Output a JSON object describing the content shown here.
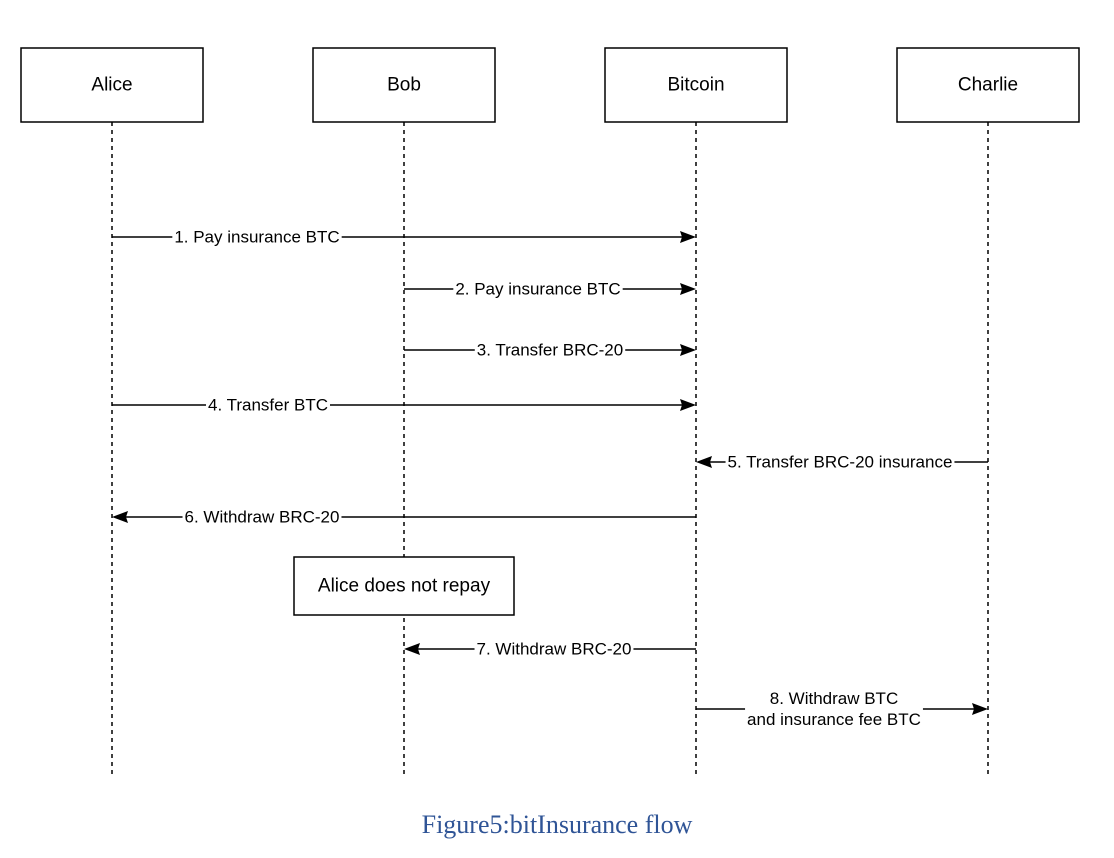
{
  "actors": [
    {
      "id": "alice",
      "label": "Alice"
    },
    {
      "id": "bob",
      "label": "Bob"
    },
    {
      "id": "bitcoin",
      "label": "Bitcoin"
    },
    {
      "id": "charlie",
      "label": "Charlie"
    }
  ],
  "messages": [
    {
      "id": "m1",
      "from": "alice",
      "to": "bitcoin",
      "lines": [
        "1. Pay insurance BTC"
      ]
    },
    {
      "id": "m2",
      "from": "bob",
      "to": "bitcoin",
      "lines": [
        "2. Pay insurance BTC"
      ]
    },
    {
      "id": "m3",
      "from": "bob",
      "to": "bitcoin",
      "lines": [
        "3. Transfer BRC-20"
      ]
    },
    {
      "id": "m4",
      "from": "alice",
      "to": "bitcoin",
      "lines": [
        "4. Transfer BTC"
      ]
    },
    {
      "id": "m5",
      "from": "charlie",
      "to": "bitcoin",
      "lines": [
        "5. Transfer BRC-20 insurance"
      ]
    },
    {
      "id": "m6",
      "from": "bitcoin",
      "to": "alice",
      "lines": [
        "6. Withdraw BRC-20"
      ]
    },
    {
      "id": "m7",
      "from": "bitcoin",
      "to": "bob",
      "lines": [
        "7. Withdraw BRC-20"
      ]
    },
    {
      "id": "m8",
      "from": "bitcoin",
      "to": "charlie",
      "lines": [
        "8. Withdraw BTC",
        "and insurance fee BTC"
      ]
    }
  ],
  "note": {
    "label": "Alice does not repay"
  },
  "caption": "Figure5:bitInsurance flow"
}
